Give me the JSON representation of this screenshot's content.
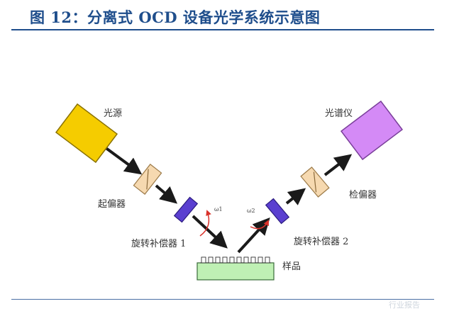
{
  "figure": {
    "title": "图 12：分离式 OCD 设备光学系统示意图"
  },
  "labels": {
    "light_source": "光源",
    "polarizer": "起偏器",
    "compensator_1": "旋转补偿器 1",
    "sample": "样品",
    "compensator_2": "旋转补偿器 2",
    "analyzer": "检偏器",
    "spectrometer": "光谱仪",
    "omega_1": "ω1",
    "omega_2": "ω2"
  },
  "watermark": "行业报告",
  "colors": {
    "accent": "#1f4e8c",
    "light_source_fill": "#f5cc00",
    "polarizer_fill": "#f6d9b0",
    "compensator_fill": "#5a3fd0",
    "sample_fill": "#bff0b4",
    "spectrometer_fill": "#d48af6",
    "beam": "#1a1a1a",
    "rotation_arrow": "#d9322b"
  }
}
